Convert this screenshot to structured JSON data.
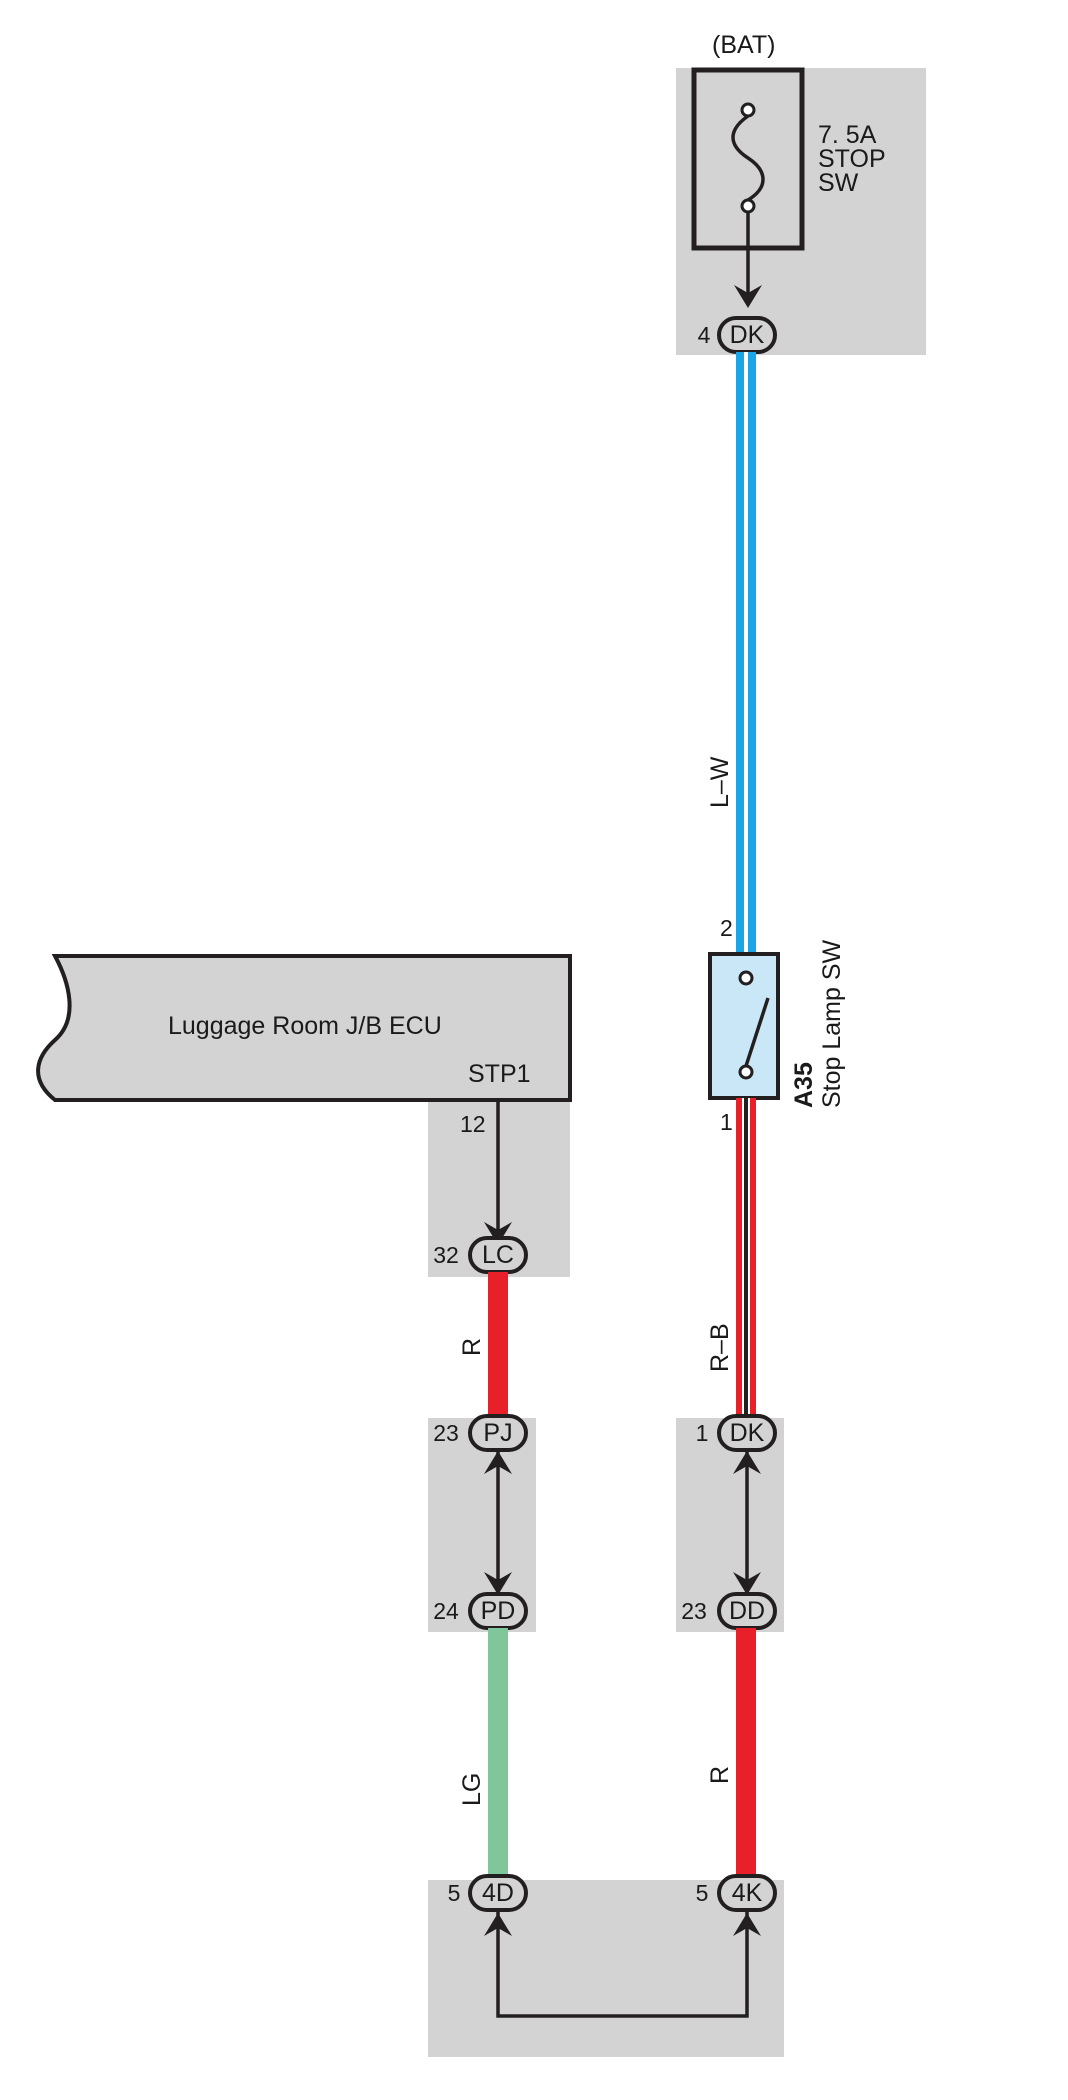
{
  "battery": {
    "label": "(BAT)"
  },
  "fuse": {
    "rating": "7. 5A",
    "name_line1": "STOP",
    "name_line2": "SW"
  },
  "stop_lamp_switch": {
    "code": "A35",
    "name": "Stop Lamp SW",
    "pin_top": "2",
    "pin_bottom": "1"
  },
  "ecu": {
    "name": "Luggage Room J/B ECU",
    "terminal": "STP1",
    "pin": "12"
  },
  "connectors": {
    "dk_top": {
      "code": "DK",
      "pin": "4"
    },
    "lc": {
      "code": "LC",
      "pin": "32"
    },
    "pj": {
      "code": "PJ",
      "pin": "23"
    },
    "pd": {
      "code": "PD",
      "pin": "24"
    },
    "dk_mid": {
      "code": "DK",
      "pin": "1"
    },
    "dd": {
      "code": "DD",
      "pin": "23"
    },
    "c4d": {
      "code": "4D",
      "pin": "5"
    },
    "c4k": {
      "code": "4K",
      "pin": "5"
    }
  },
  "wires": {
    "lw": {
      "label": "L–W",
      "color": "#1aa6e6"
    },
    "rb": {
      "label": "R–B",
      "color": "#e8202a"
    },
    "r_left": {
      "label": "R",
      "color": "#e8202a"
    },
    "r_right": {
      "label": "R",
      "color": "#e8202a"
    },
    "lg": {
      "label": "LG",
      "color": "#7fc79a"
    }
  },
  "colors": {
    "junction_gray": "#d3d3d4",
    "switch_fill": "#c9e7f6",
    "line": "#231f20"
  }
}
